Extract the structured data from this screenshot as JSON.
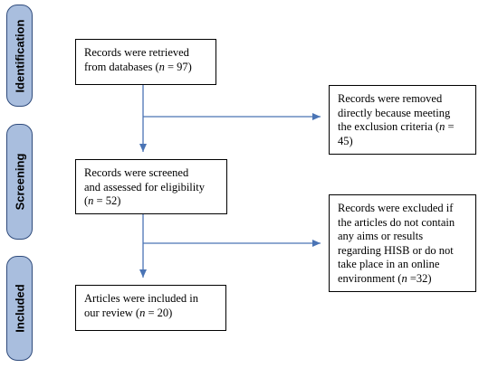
{
  "stages": [
    {
      "label": "Identification"
    },
    {
      "label": "Screening"
    },
    {
      "label": "Included"
    }
  ],
  "boxes": {
    "retrieved": {
      "lines": [
        {
          "pre": "Records were retrieved",
          "n": "",
          "post": ""
        },
        {
          "pre": "from databases (",
          "n": "n",
          "post": " = 97)"
        }
      ]
    },
    "removed": {
      "lines": [
        {
          "pre": "Records were removed",
          "n": "",
          "post": ""
        },
        {
          "pre": "directly because meeting",
          "n": "",
          "post": ""
        },
        {
          "pre": "the exclusion criteria (",
          "n": "n",
          "post": " ="
        },
        {
          "pre": "45)",
          "n": "",
          "post": ""
        }
      ]
    },
    "screened": {
      "lines": [
        {
          "pre": "Records were screened",
          "n": "",
          "post": ""
        },
        {
          "pre": "and assessed for eligibility",
          "n": "",
          "post": ""
        },
        {
          "pre": "(",
          "n": "n",
          "post": " = 52)"
        }
      ]
    },
    "excluded": {
      "lines": [
        {
          "pre": "Records were excluded if",
          "n": "",
          "post": ""
        },
        {
          "pre": "the articles do not contain",
          "n": "",
          "post": ""
        },
        {
          "pre": "any aims or results",
          "n": "",
          "post": ""
        },
        {
          "pre": "regarding HISB or do not",
          "n": "",
          "post": ""
        },
        {
          "pre": "take place in an online",
          "n": "",
          "post": ""
        },
        {
          "pre": "environment (",
          "n": "n",
          "post": " =32)"
        }
      ]
    },
    "included": {
      "lines": [
        {
          "pre": "Articles were included in",
          "n": "",
          "post": ""
        },
        {
          "pre": "our review (",
          "n": "n",
          "post": " = 20)"
        }
      ]
    }
  },
  "colors": {
    "arrow": "#4a74b5",
    "stage_fill": "#a9bede",
    "stage_border": "#2f4b7c"
  }
}
